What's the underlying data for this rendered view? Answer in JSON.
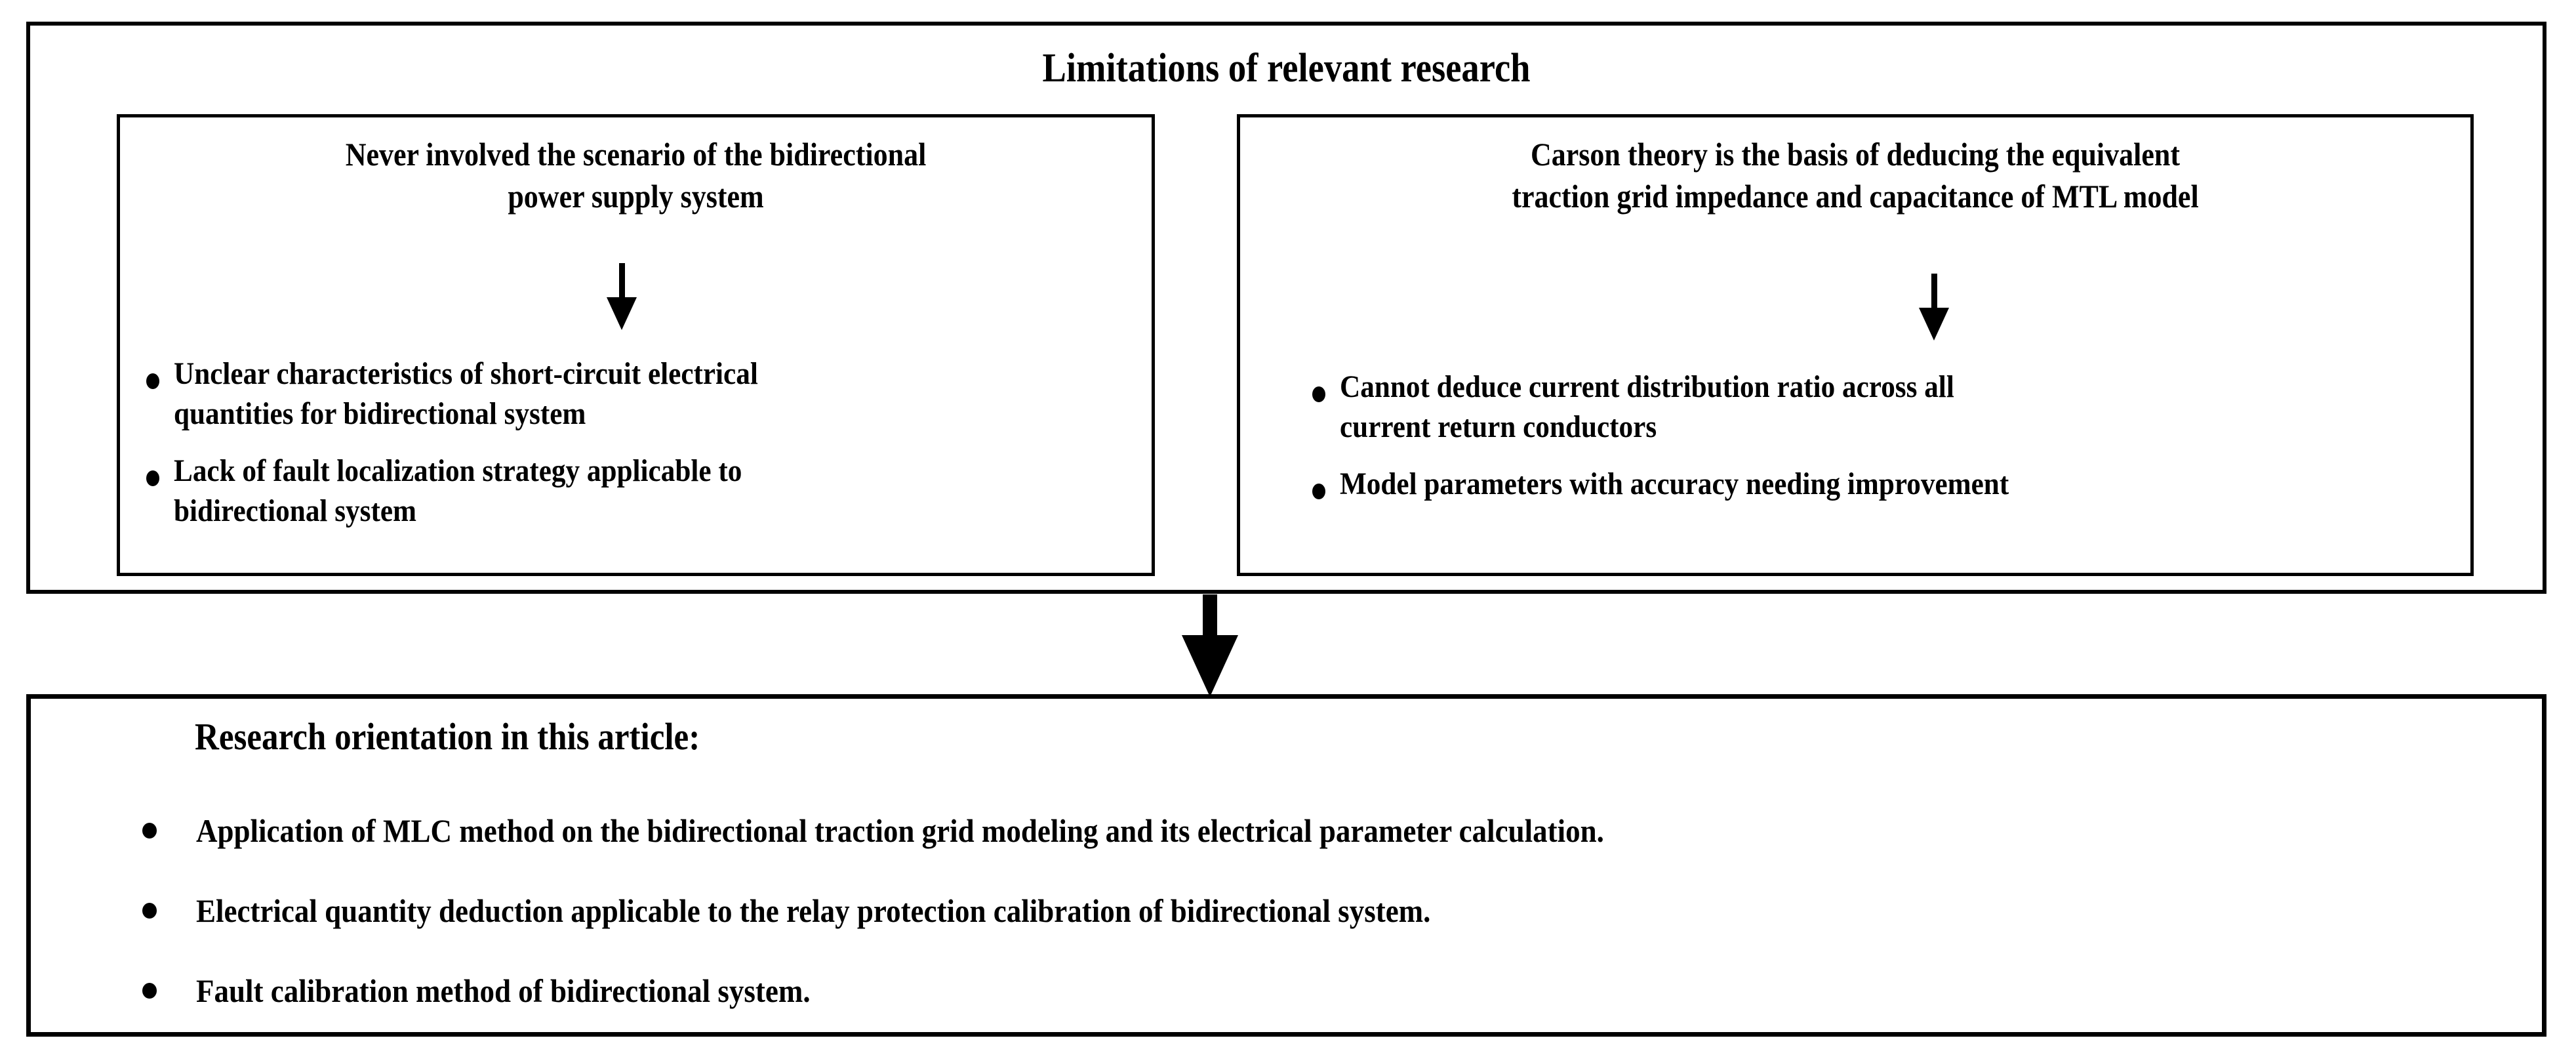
{
  "diagram": {
    "title": "Limitations of relevant research",
    "top_panel": {
      "heading": "Limitations of relevant research",
      "columns": [
        {
          "id": "left",
          "header_lines": [
            "Never involved the scenario of the bidirectional",
            "power supply system"
          ],
          "arrow": "down-arrow",
          "bullets": [
            {
              "lines": [
                "Unclear characteristics of short-circuit electrical",
                "quantities for bidirectional system"
              ]
            },
            {
              "lines": [
                "Lack of fault localization strategy applicable to",
                "bidirectional system"
              ]
            }
          ]
        },
        {
          "id": "right",
          "header_lines": [
            "Carson theory is the basis of deducing the equivalent",
            "traction grid impedance and capacitance of MTL model"
          ],
          "arrow": "down-arrow",
          "bullets": [
            {
              "lines": [
                "Cannot deduce current distribution ratio across all",
                "current return conductors"
              ]
            },
            {
              "lines": [
                "Model parameters with accuracy needing improvement"
              ]
            }
          ]
        }
      ]
    },
    "connector": {
      "icon": "down-arrow",
      "direction": "down"
    },
    "bottom_panel": {
      "heading": "Research orientation in this article:",
      "bullets": [
        "Application of MLC method on the bidirectional traction grid modeling and its electrical parameter calculation.",
        "Electrical quantity deduction applicable to the relay protection calibration of bidirectional system.",
        "Fault calibration method of bidirectional system."
      ]
    },
    "colors": {
      "ink": "#000000",
      "background": "#ffffff"
    }
  }
}
